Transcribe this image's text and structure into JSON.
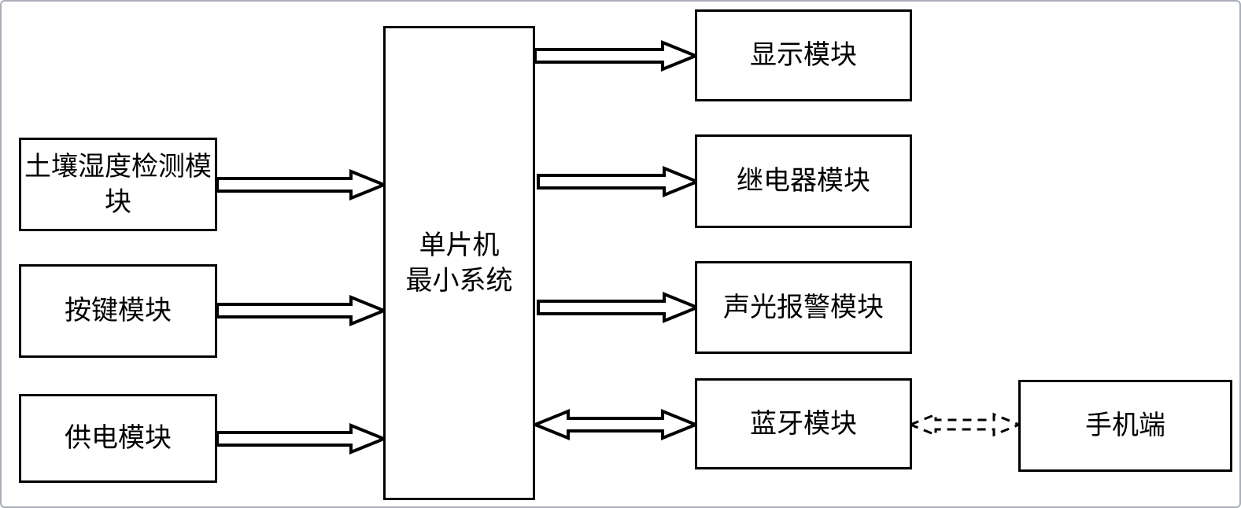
{
  "diagram": {
    "center_box": {
      "lines": [
        "单片机",
        "最小系统"
      ]
    },
    "left_boxes": [
      {
        "label": "土壤湿度检测模块"
      },
      {
        "label": "按键模块"
      },
      {
        "label": "供电模块"
      }
    ],
    "right_boxes": [
      {
        "label": "显示模块"
      },
      {
        "label": "继电器模块"
      },
      {
        "label": "声光报警模块"
      },
      {
        "label": "蓝牙模块"
      }
    ],
    "phone_box": {
      "label": "手机端"
    },
    "connections": [
      {
        "from": "土壤湿度检测模块",
        "to": "单片机最小系统",
        "style": "solid-block-arrow",
        "direction": "right"
      },
      {
        "from": "按键模块",
        "to": "单片机最小系统",
        "style": "solid-block-arrow",
        "direction": "right"
      },
      {
        "from": "供电模块",
        "to": "单片机最小系统",
        "style": "solid-block-arrow",
        "direction": "right"
      },
      {
        "from": "单片机最小系统",
        "to": "显示模块",
        "style": "solid-block-arrow",
        "direction": "right"
      },
      {
        "from": "单片机最小系统",
        "to": "继电器模块",
        "style": "solid-block-arrow",
        "direction": "right"
      },
      {
        "from": "单片机最小系统",
        "to": "声光报警模块",
        "style": "solid-block-arrow",
        "direction": "right"
      },
      {
        "from": "单片机最小系统",
        "to": "蓝牙模块",
        "style": "solid-block-arrow",
        "direction": "both"
      },
      {
        "from": "蓝牙模块",
        "to": "手机端",
        "style": "dashed-block-arrow",
        "direction": "both"
      }
    ],
    "colors": {
      "box_border": "#000000",
      "box_fill": "#ffffff",
      "frame_border": "#a9aeb8",
      "background": "#ffffff"
    }
  }
}
